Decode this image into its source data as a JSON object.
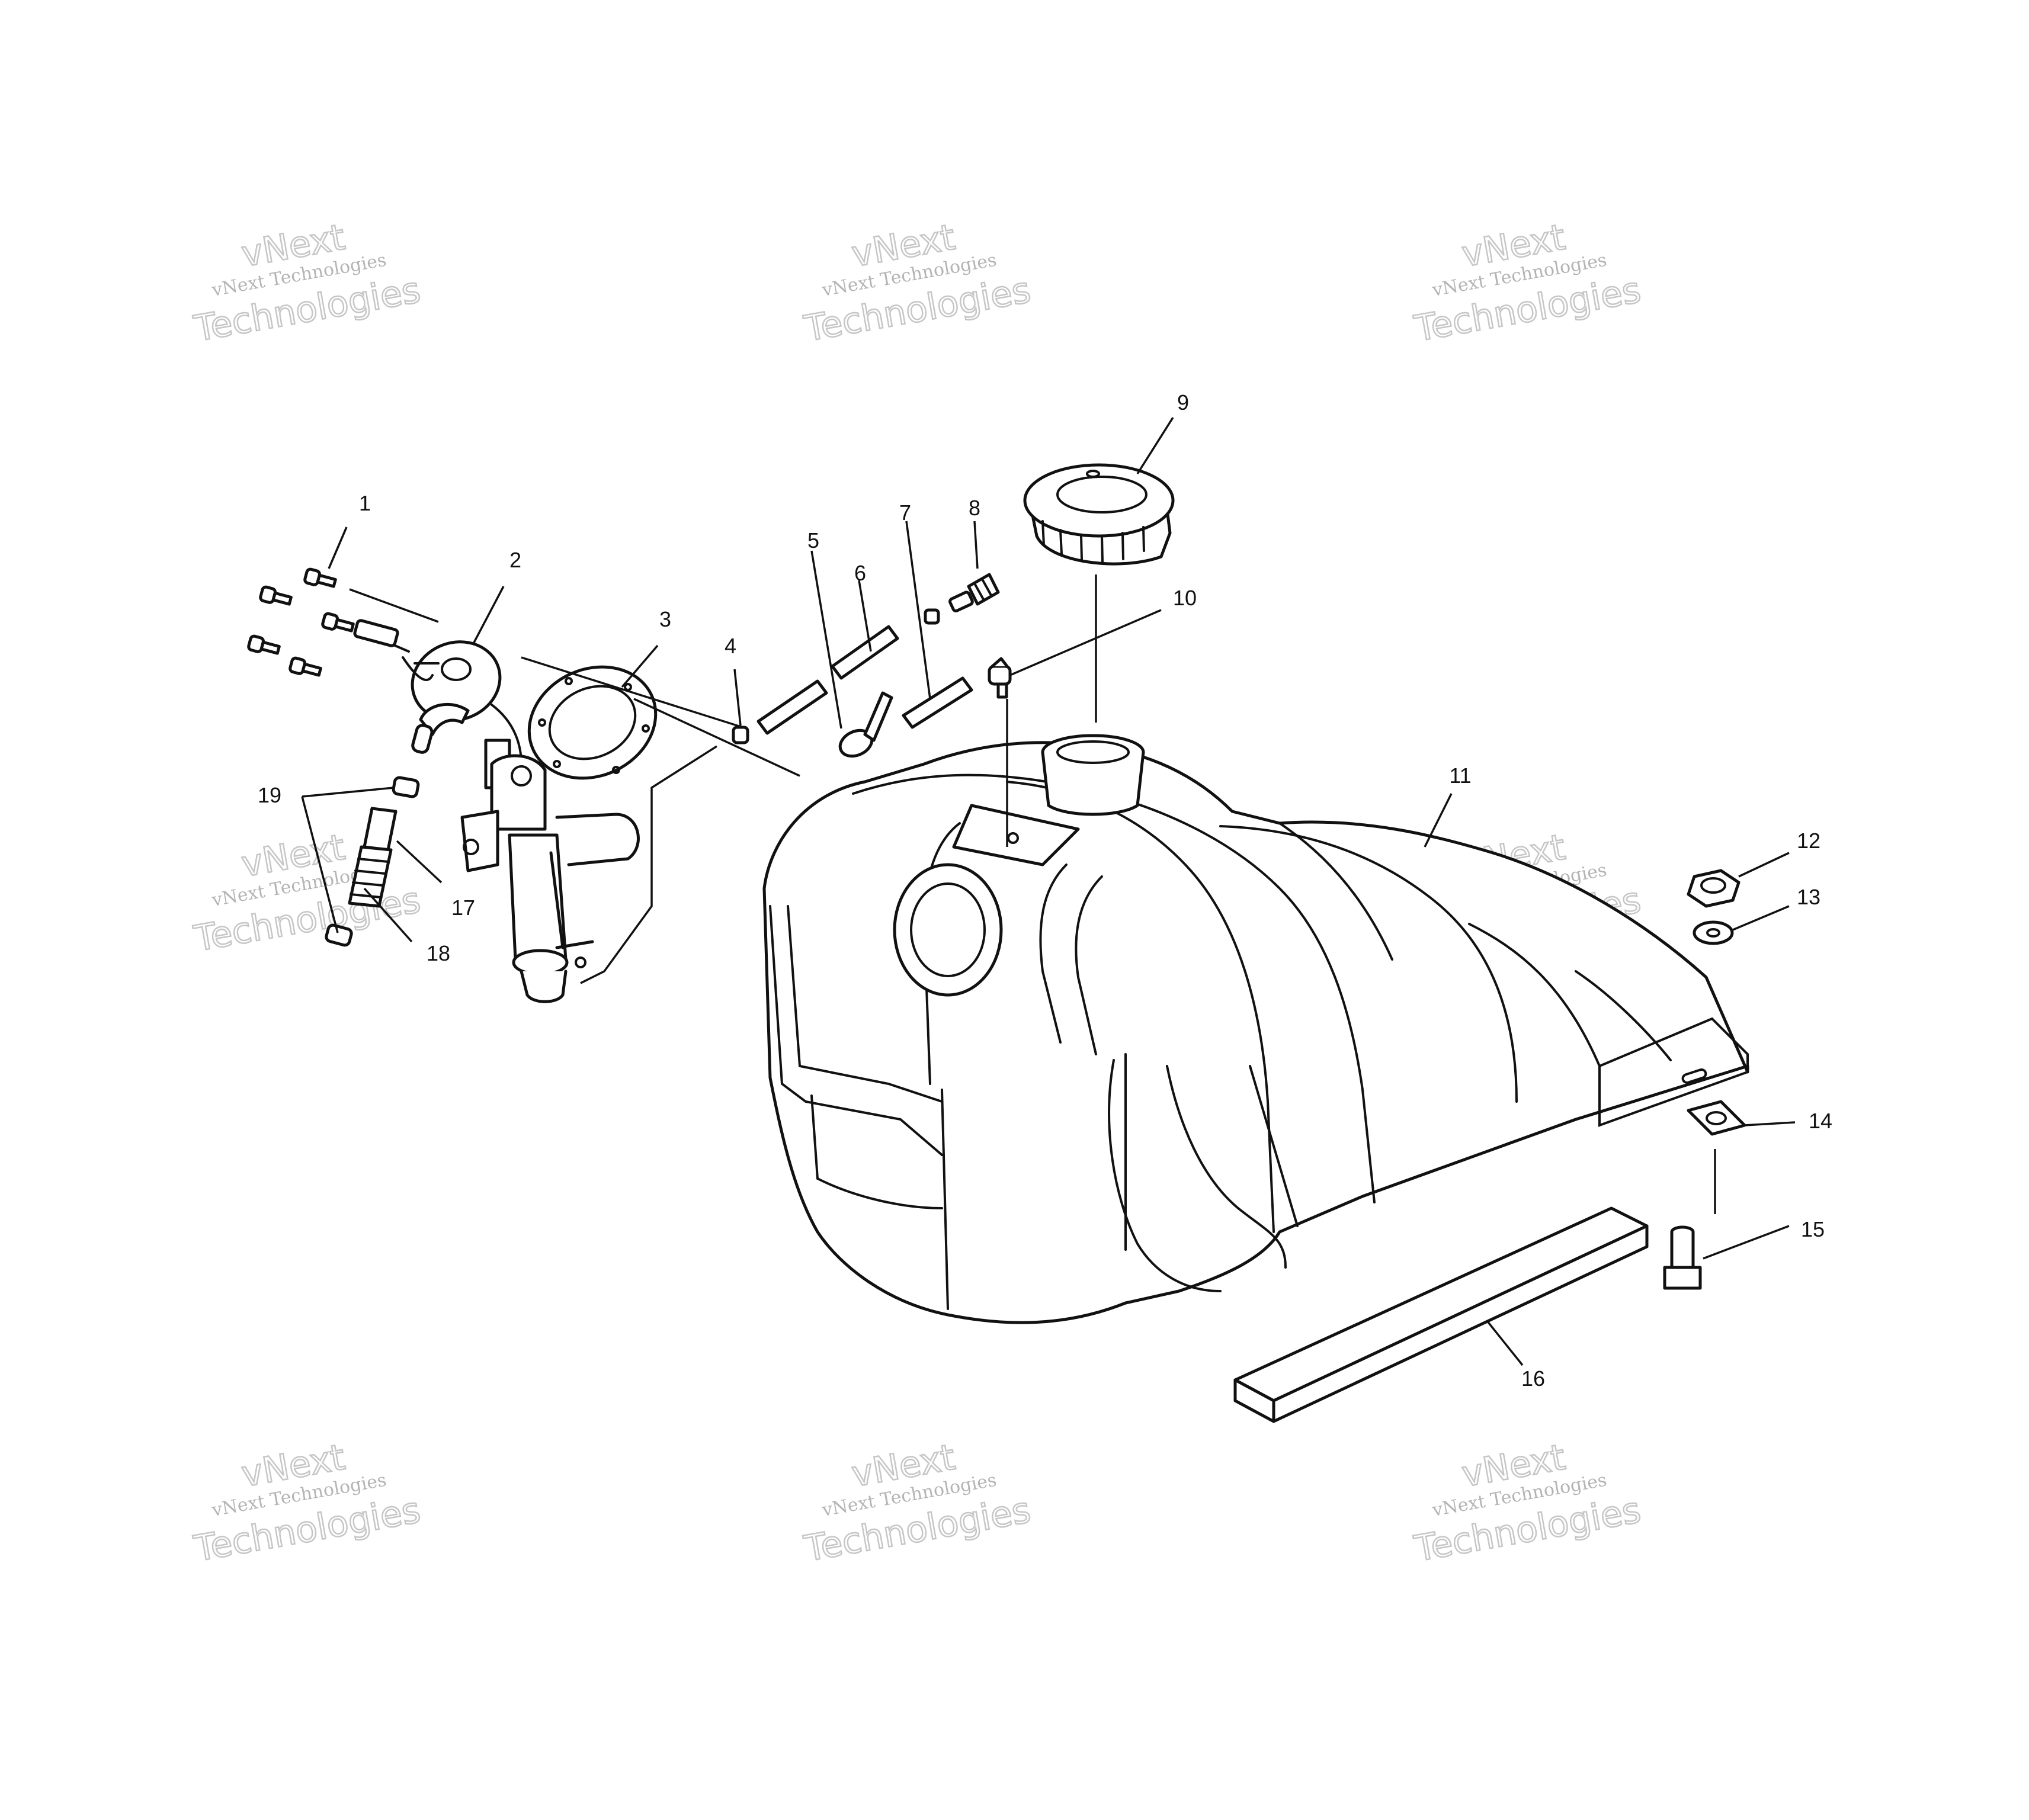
{
  "watermark": {
    "line1": "vNext",
    "line2": "vNext Technologies",
    "line3": "Technologies"
  },
  "callouts": [
    "1",
    "2",
    "3",
    "4",
    "5",
    "6",
    "7",
    "8",
    "9",
    "10",
    "11",
    "12",
    "13",
    "14",
    "15",
    "16",
    "17",
    "18",
    "19"
  ],
  "colors": {
    "ink": "#111111",
    "paper": "#ffffff",
    "watermark": "#999999"
  }
}
